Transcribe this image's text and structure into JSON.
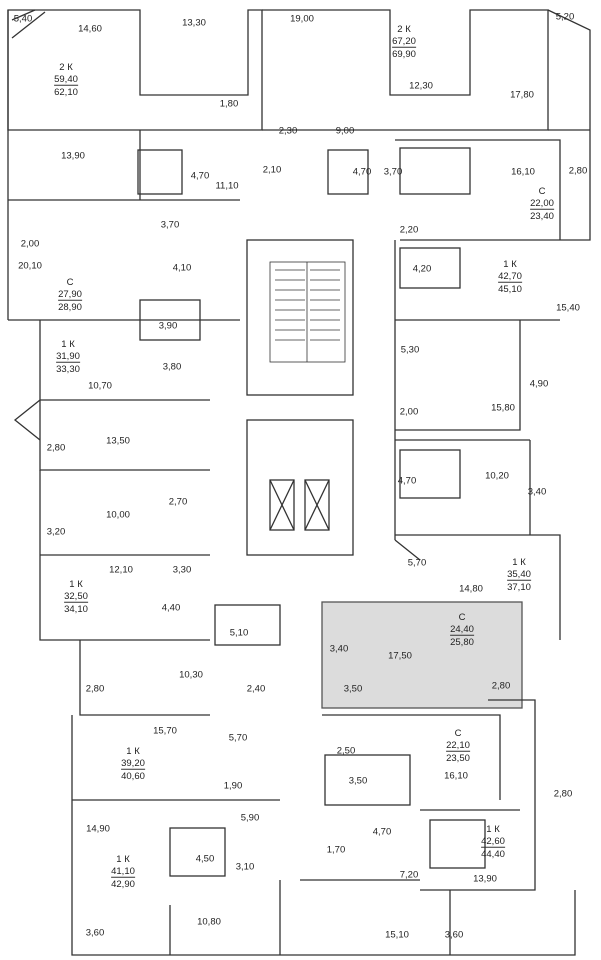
{
  "plan": {
    "highlight_color": "#dcdcdc",
    "wall_color": "#333333",
    "apartments": [
      {
        "id": "a1",
        "type": "2 К",
        "living": "59,40",
        "total": "62,10"
      },
      {
        "id": "a2",
        "type": "2 К",
        "living": "67,20",
        "total": "69,90"
      },
      {
        "id": "a3",
        "type": "С",
        "living": "22,00",
        "total": "23,40"
      },
      {
        "id": "a4",
        "type": "С",
        "living": "27,90",
        "total": "28,90"
      },
      {
        "id": "a5",
        "type": "1 К",
        "living": "42,70",
        "total": "45,10"
      },
      {
        "id": "a6",
        "type": "1 К",
        "living": "31,90",
        "total": "33,30"
      },
      {
        "id": "a7",
        "type": "1 К",
        "living": "35,40",
        "total": "37,10"
      },
      {
        "id": "a8",
        "type": "1 К",
        "living": "32,50",
        "total": "34,10"
      },
      {
        "id": "a9",
        "type": "С",
        "living": "24,40",
        "total": "25,80"
      },
      {
        "id": "a10",
        "type": "1 К",
        "living": "39,20",
        "total": "40,60"
      },
      {
        "id": "a11",
        "type": "С",
        "living": "22,10",
        "total": "23,50"
      },
      {
        "id": "a12",
        "type": "1 К",
        "living": "41,10",
        "total": "42,90"
      },
      {
        "id": "a13",
        "type": "1 К",
        "living": "42,60",
        "total": "44,40"
      }
    ],
    "rooms": [
      "5,40",
      "14,60",
      "13,30",
      "19,00",
      "5,20",
      "12,30",
      "17,80",
      "1,80",
      "2,30",
      "9,00",
      "13,90",
      "4,70",
      "11,10",
      "2,10",
      "4,70",
      "3,70",
      "16,10",
      "2,80",
      "3,70",
      "2,20",
      "2,00",
      "20,10",
      "4,10",
      "4,20",
      "3,90",
      "15,40",
      "5,30",
      "3,80",
      "10,70",
      "4,90",
      "15,80",
      "2,00",
      "13,50",
      "2,80",
      "10,20",
      "4,70",
      "2,70",
      "3,40",
      "10,00",
      "3,20",
      "5,70",
      "12,10",
      "3,30",
      "14,80",
      "4,40",
      "5,10",
      "17,50",
      "3,40",
      "10,30",
      "3,50",
      "2,40",
      "2,80",
      "2,80",
      "15,70",
      "5,70",
      "2,50",
      "1,90",
      "3,50",
      "16,10",
      "2,80",
      "14,90",
      "5,90",
      "4,70",
      "4,50",
      "1,70",
      "3,10",
      "7,20",
      "13,90",
      "10,80",
      "3,60",
      "15,10",
      "3,60"
    ]
  }
}
